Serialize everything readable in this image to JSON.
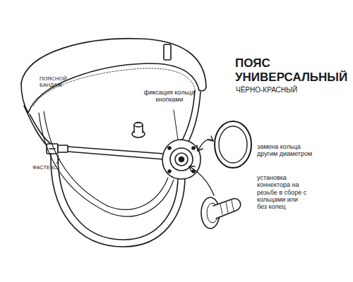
{
  "diagram": {
    "title": "ПОЯС УНИВЕРСАЛЬНЫЙ",
    "labels": [
      "ЧЁРНО-КРАСНЫЙ",
      "ПОЯСНОЙ БАНДАЖ",
      "ФАСТЕКС",
      "фиксация кольца кнопками",
      "замена кольца другим диаметром",
      "установка коннектора на резьбе в сборе с кольцами или без колец"
    ]
  }
}
